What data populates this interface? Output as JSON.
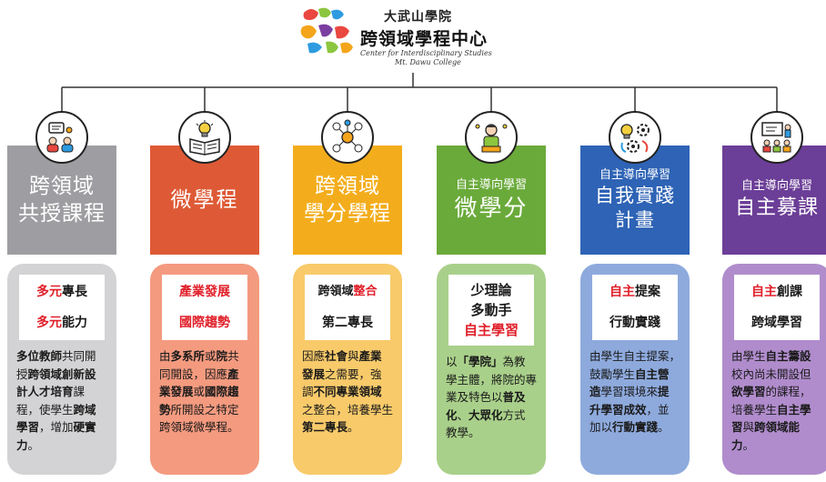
{
  "header": {
    "school": "大武山學院",
    "center": "跨領域學程中心",
    "en_line1": "Center for Interdisciplinary Studies",
    "en_line2": "Mt. Dawu College"
  },
  "columns": [
    {
      "id": "col1",
      "icon": "meeting-icon",
      "color_head": "#9e9ea2",
      "color_card": "#d3d3d5",
      "title_lines": [
        "跨領域",
        "共授課程"
      ],
      "box_line1": [
        "多元",
        "專長"
      ],
      "box_line2": [
        "多元",
        "能力"
      ],
      "desc": [
        "多位",
        "教師",
        "共同",
        "開授",
        "跨領域",
        "創",
        "新設計人才培",
        "育",
        "課程，使學",
        "生",
        "跨域學習",
        "，",
        "增加",
        "硬實力",
        "。"
      ]
    },
    {
      "id": "col2",
      "icon": "book-lightbulb-icon",
      "color_head": "#de5a36",
      "color_card": "#f49a7f",
      "title_lines": [
        "微學程"
      ],
      "box_line1": [
        "產業發展"
      ],
      "box_line2": [
        "國際趨勢"
      ],
      "desc": [
        "由",
        "多系所",
        "或",
        "院",
        "共同開設，因應",
        "產業發展",
        "或",
        "國際趨勢",
        "所開設之特定跨領域微學程。"
      ]
    },
    {
      "id": "col3",
      "icon": "network-icon",
      "color_head": "#f3ad1c",
      "color_card": "#f8ca6a",
      "title_lines": [
        "跨領域",
        "學分學程"
      ],
      "box_line1": [
        "跨領域",
        "整合"
      ],
      "box_line2": [
        "第二專長"
      ],
      "desc": [
        "因應",
        "社會",
        "與",
        "產業發展",
        "之需要，強調",
        "不同專業領域",
        "之整合，培養學生",
        "第二專長",
        "。"
      ]
    },
    {
      "id": "col4",
      "icon": "teacher-icon",
      "color_head": "#6aaa3a",
      "color_card": "#a9d08a",
      "title_small": "自主導向學習",
      "title_lines": [
        "微學分"
      ],
      "box_lines": [
        "少理論",
        "多動手",
        "自主學習"
      ],
      "desc": [
        "以",
        "「學院」",
        "為教學主體，將院的專業及特色以",
        "普及化",
        "、",
        "大眾化",
        "方式教學。"
      ]
    },
    {
      "id": "col5",
      "icon": "gears-lightbulb-icon",
      "color_head": "#2e63b5",
      "color_card": "#8eaadd",
      "title_small": "自主導向學習",
      "title_lines": [
        "自我實踐",
        "計畫"
      ],
      "box_line1": [
        "自主",
        "提案"
      ],
      "box_line2": [
        "行動實踐"
      ],
      "desc": [
        "由學生自主提案，鼓勵學生",
        "自主營造",
        "學習環境來",
        "提升學習成效",
        "，並加以",
        "行動實踐",
        "。"
      ]
    },
    {
      "id": "col6",
      "icon": "classroom-icon",
      "color_head": "#6b3e97",
      "color_card": "#b08ccc",
      "title_small": "自主導向學習",
      "title_lines": [
        "自主募課"
      ],
      "box_line1": [
        "自主",
        "創課"
      ],
      "box_line2": [
        "跨域學習"
      ],
      "desc": [
        "由學生",
        "自主籌設",
        "校內尚未開設但",
        "欲學習",
        "的課程，培養學生",
        "自主學習",
        "與",
        "跨領域能力",
        "。"
      ]
    }
  ]
}
